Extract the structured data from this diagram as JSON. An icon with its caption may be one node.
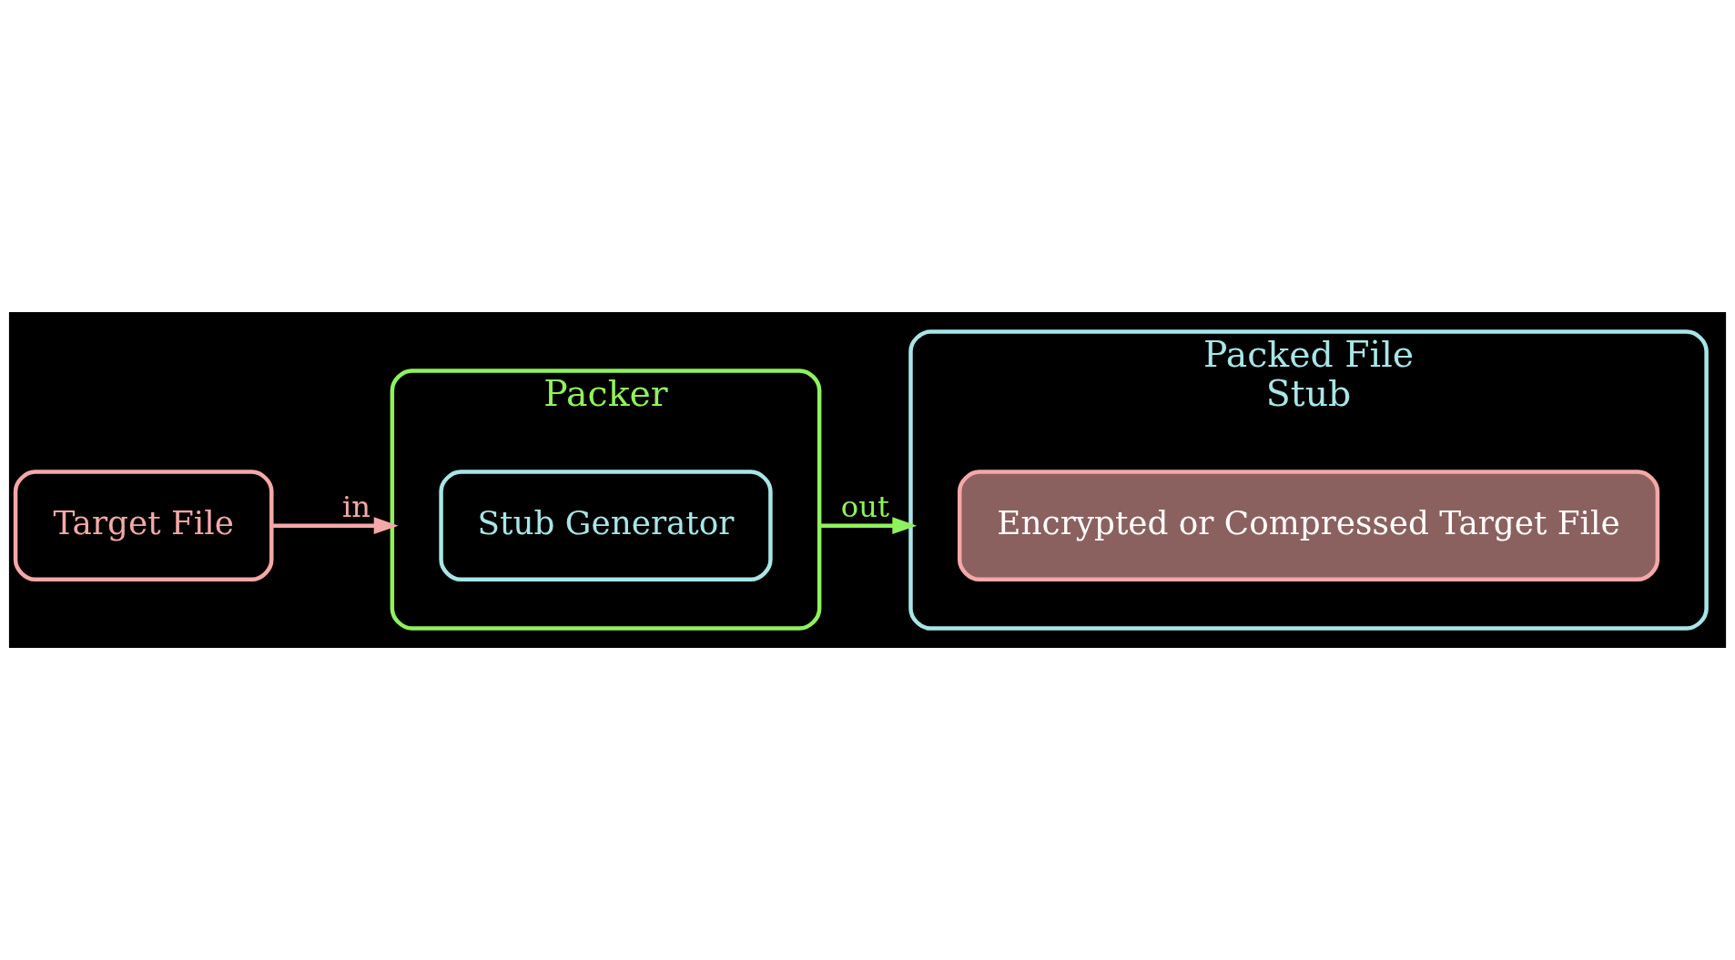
{
  "diagram": {
    "nodes": [
      {
        "text": [
          "Target File"
        ]
      },
      {
        "text": [
          "Packer"
        ]
      },
      {
        "text": [
          "Stub Generator"
        ],
        "in": 1
      },
      {
        "text": [
          "Packed File",
          "Stub"
        ]
      },
      {
        "text": [
          "Encrypted or Compressed Target File"
        ],
        "in": 3
      }
    ],
    "edges": [
      {
        "from": 0,
        "to": 1,
        "arrow": "to",
        "label": "in",
        "color": "#f5a8a8"
      },
      {
        "from": 1,
        "to": 3,
        "arrow": "to",
        "label": "out",
        "color": "#8ff25c"
      }
    ]
  }
}
